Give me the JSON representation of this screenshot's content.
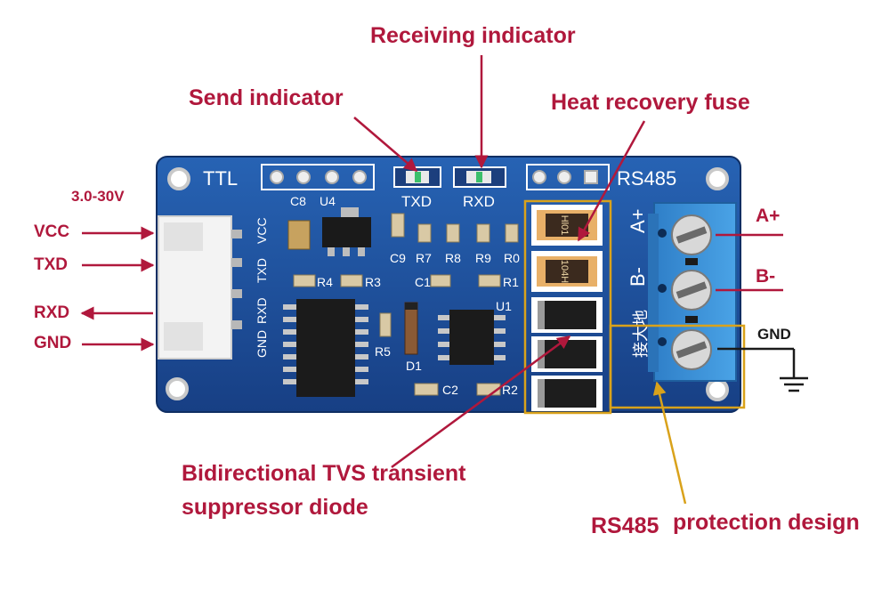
{
  "callouts": {
    "receiving_indicator": "Receiving indicator",
    "send_indicator": "Send indicator",
    "heat_recovery_fuse": "Heat recovery fuse",
    "tvs_line1": "Bidirectional TVS transient",
    "tvs_line2": "suppressor diode",
    "rs485_left": "RS485",
    "rs485_right": "protection design"
  },
  "input_side": {
    "voltage": "3.0-30V",
    "pins": [
      "VCC",
      "TXD",
      "RXD",
      "GND"
    ]
  },
  "output_side": {
    "pins": [
      "A+",
      "B-",
      "GND"
    ]
  },
  "board": {
    "ttl_header": "TTL",
    "rs485_header": "RS485",
    "side_pins": [
      "GND",
      "RXD",
      "TXD",
      "VCC"
    ],
    "a_plus": "A+",
    "b_minus": "B-",
    "chinese_gnd": "接大地",
    "led_txd": "TXD",
    "led_rxd": "RXD",
    "refs": {
      "c8": "C8",
      "u4": "U4",
      "c9": "C9",
      "r7": "R7",
      "r8": "R8",
      "r9": "R9",
      "r0": "R0",
      "r4": "R4",
      "r3": "R3",
      "c1": "C1",
      "r1": "R1",
      "u1": "U1",
      "r5": "R5",
      "d1": "D1",
      "c2": "C2",
      "r2": "R2"
    },
    "fuse_code": "Hl01",
    "cap_code": "104H"
  },
  "colors": {
    "label": "#b0183c",
    "board": "#1c4f9c",
    "terminal": "#3a8fd6",
    "highlight": "#d9a21b"
  }
}
